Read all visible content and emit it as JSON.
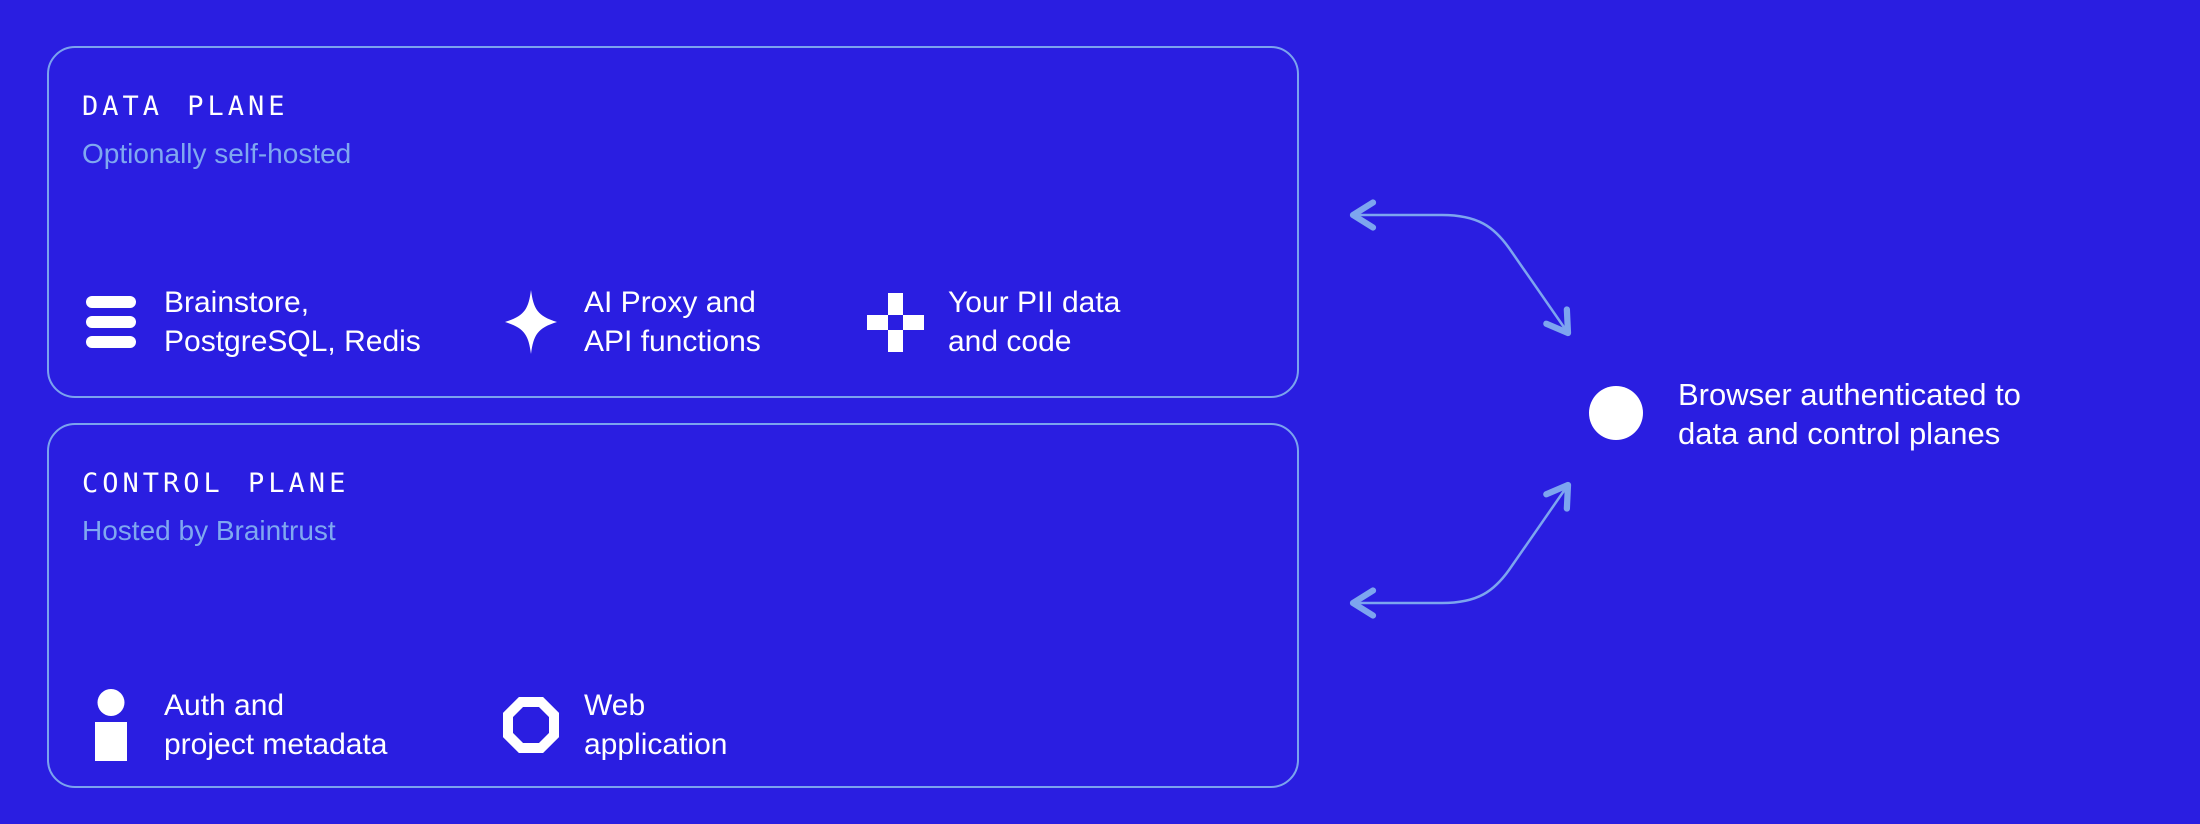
{
  "colors": {
    "background": "#2A1EE1",
    "panel_border": "#7BA3EE",
    "muted_blue": "#7FA8F0",
    "arrow": "#7DA5EF",
    "white": "#FFFFFF"
  },
  "data_plane": {
    "title": "DATA PLANE",
    "subtitle": "Optionally self-hosted",
    "items": [
      {
        "icon": "database-stack-icon",
        "line1": "Brainstore,",
        "line2": "PostgreSQL, Redis"
      },
      {
        "icon": "sparkle-icon",
        "line1": "AI Proxy and",
        "line2": "API functions"
      },
      {
        "icon": "plus-icon",
        "line1": "Your PII data",
        "line2": "and code"
      }
    ]
  },
  "control_plane": {
    "title": "CONTROL PLANE",
    "subtitle": "Hosted by Braintrust",
    "items": [
      {
        "icon": "person-icon",
        "line1": "Auth and",
        "line2": "project metadata"
      },
      {
        "icon": "octagon-icon",
        "line1": "Web",
        "line2": "application"
      }
    ]
  },
  "browser": {
    "line1": "Browser authenticated to",
    "line2": "data and control planes"
  }
}
